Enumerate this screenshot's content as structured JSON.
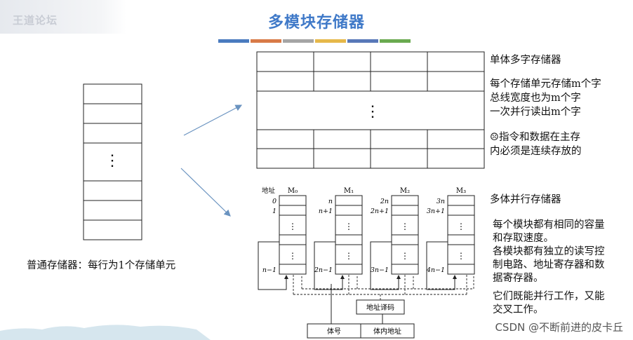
{
  "header": {
    "logo_text": "王道论坛",
    "title": "多模块存储器",
    "colors": [
      "#4a7bbf",
      "#d87a47",
      "#a5a5a5",
      "#e6b84a",
      "#5878b8",
      "#6aaa50"
    ]
  },
  "left": {
    "caption": "普通存储器：每行为1个存储单元",
    "dots": "⋮"
  },
  "single": {
    "title": "单体多字存储器",
    "desc": [
      "每个存储单元存储m个字",
      "总线宽度也为m个字",
      "一次并行读出m个字"
    ],
    "note_line1": "☹指令和数据在主存",
    "note_line2": "内必须是连续存放的",
    "dots": "⋮"
  },
  "multi": {
    "title": "多体并行存储器",
    "desc": [
      "每个模块都有相同的容量",
      "和存取速度。",
      "各模块都有独立的读写控",
      "制电路、地址寄存器和数",
      "据寄存器。",
      "它们既能并行工作，又能",
      "交叉工作。"
    ],
    "addr_label": "地址",
    "modules": [
      {
        "name": "M₀",
        "a0": "0",
        "a1": "1",
        "last": "n−1"
      },
      {
        "name": "M₁",
        "a0": "n",
        "a1": "n+1",
        "last": "2n−1"
      },
      {
        "name": "M₂",
        "a0": "2n",
        "a1": "2n+1",
        "last": "3n−1"
      },
      {
        "name": "M₃",
        "a0": "3n",
        "a1": "3n+1",
        "last": "4n−1"
      }
    ],
    "decoder": "地址译码",
    "body_no": "体号",
    "inner_addr": "体内地址",
    "dots": "⋮"
  },
  "watermark": "CSDN @不断前进的皮卡丘"
}
